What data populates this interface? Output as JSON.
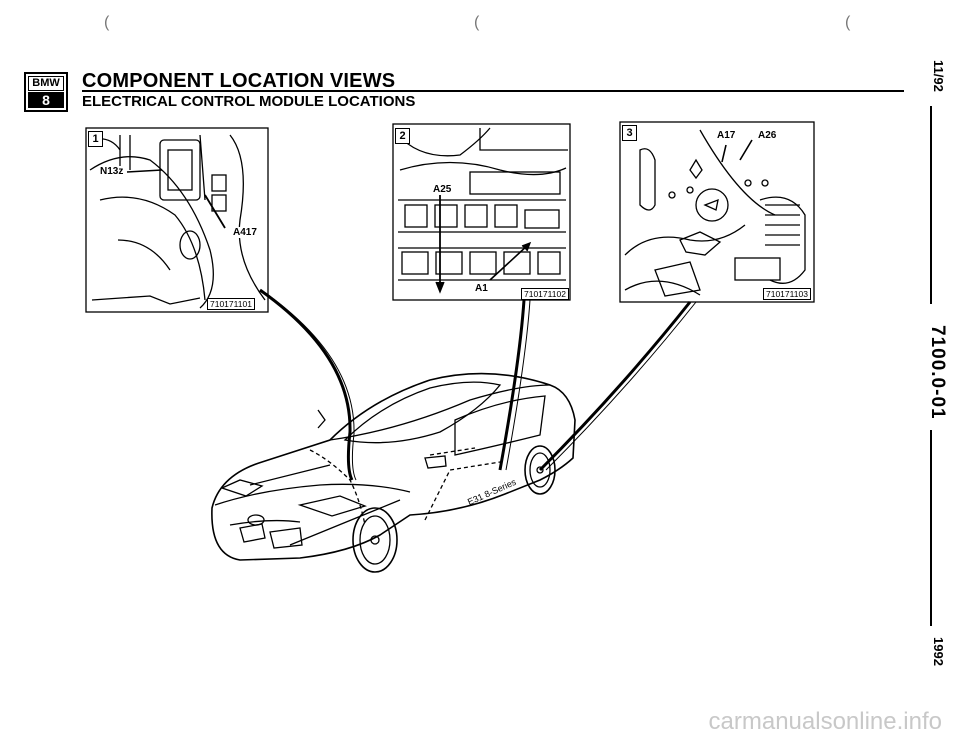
{
  "header": {
    "logo_top": "BMW",
    "logo_bottom": "8",
    "title": "COMPONENT LOCATION VIEWS",
    "subtitle": "ELECTRICAL CONTROL MODULE LOCATIONS"
  },
  "side": {
    "date": "11/92",
    "code": "7100.0-01",
    "year": "1992"
  },
  "panels": [
    {
      "number": "1",
      "labels": [
        "N13z",
        "A417"
      ],
      "figure": "710171101"
    },
    {
      "number": "2",
      "labels": [
        "A25",
        "A1"
      ],
      "figure": "710171102"
    },
    {
      "number": "3",
      "labels": [
        "A17",
        "A26"
      ],
      "figure": "710171103"
    }
  ],
  "car": {
    "label": "E31 8-Series"
  },
  "watermark": "carmanualsonline.info"
}
